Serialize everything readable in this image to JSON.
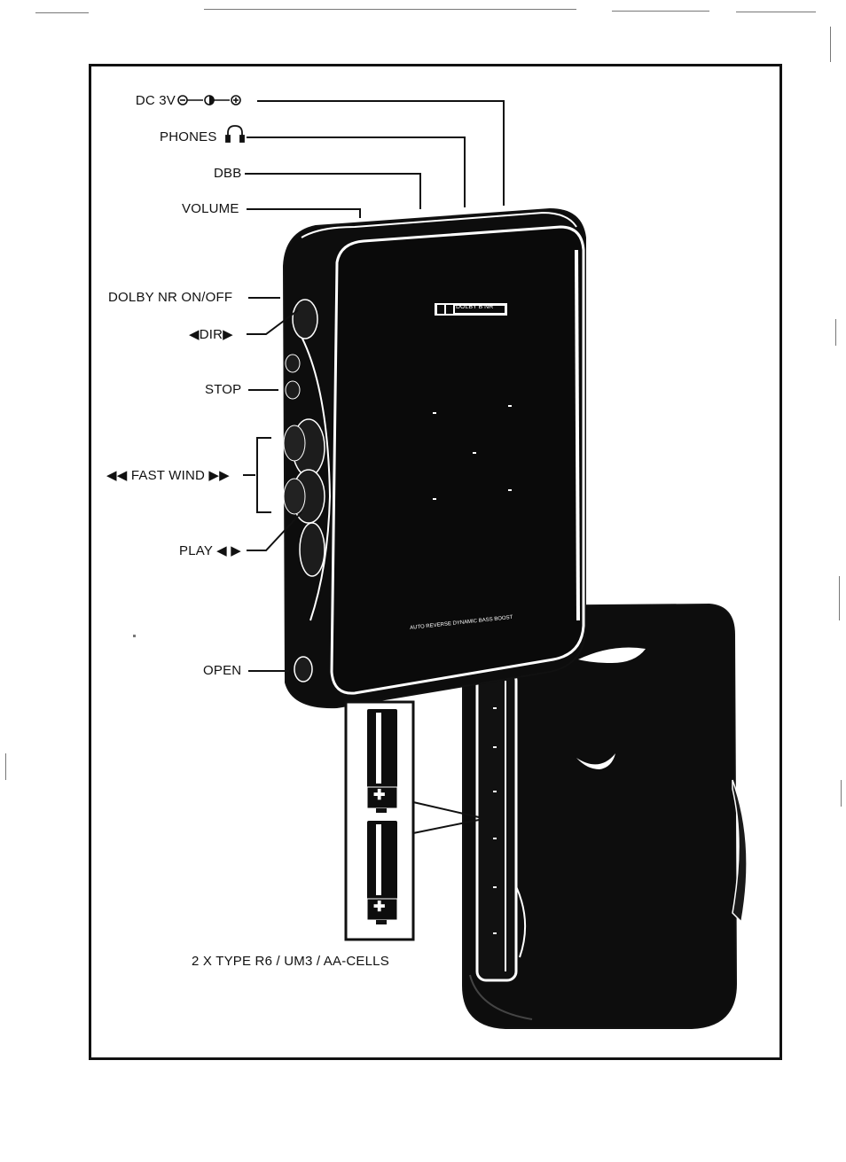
{
  "labels": {
    "dc": "DC 3V",
    "phones": "PHONES",
    "dbb": "DBB",
    "volume": "VOLUME",
    "dolby_nr": "DOLBY NR ON/OFF",
    "dir": "◀DIR▶",
    "stop": "STOP",
    "fast_wind": "◀◀ FAST WIND ▶▶",
    "play": "PLAY ◀ ▶",
    "open": "OPEN",
    "cells": "2 X TYPE R6 / UM3 / AA-CELLS"
  },
  "device": {
    "badge": "DOLBY B NR",
    "bottom_print": "AUTO REVERSE  DYNAMIC BASS BOOST"
  },
  "icons": {
    "dc_polarity": "dc-polarity-icon",
    "headphones": "headphones-icon",
    "battery_plus": "battery-plus-icon"
  },
  "colors": {
    "ink": "#111111",
    "device_body": "#0d0d0d",
    "highlight": "#ffffff"
  }
}
